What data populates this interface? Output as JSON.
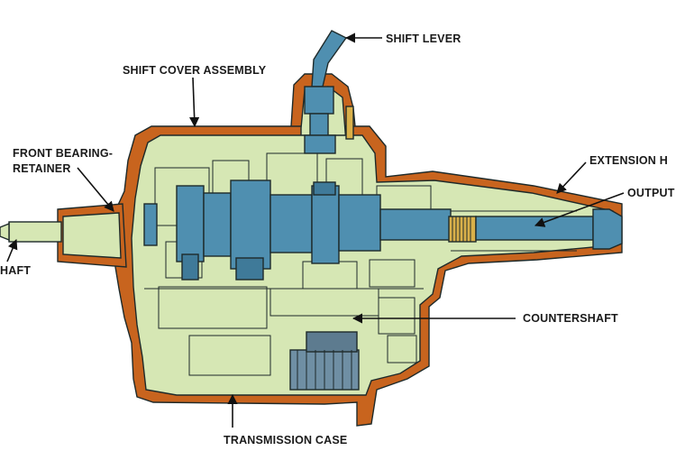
{
  "labels": {
    "shift_lever": "SHIFT LEVER",
    "shift_cover_assembly": "SHIFT COVER ASSEMBLY",
    "front_bearing_line1": "FRONT BEARING-",
    "front_bearing_line2": "RETAINER",
    "input_shaft_partial": "HAFT",
    "extension_housing_partial": "EXTENSION H",
    "output_shaft_partial": "OUTPUT",
    "countershaft": "COUNTERSHAFT",
    "transmission_case": "TRANSMISSION CASE"
  },
  "colors": {
    "case_orange": "#c8641e",
    "case_green": "#d6e7b4",
    "shaft_blue": "#4f8fb0",
    "gear_blue_dark": "#3f7a99",
    "spline_yellow": "#d9b04a",
    "outline": "#1e2a2a"
  }
}
